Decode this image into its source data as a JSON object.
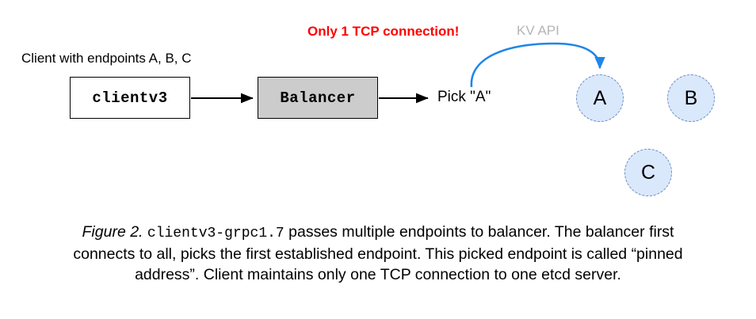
{
  "figure": {
    "diagram": {
      "client_label": "Client with endpoints A, B, C",
      "note_red": "Only 1 TCP connection!",
      "note_gray": "KV API",
      "boxes": [
        {
          "id": "clientv3",
          "label": "clientv3",
          "fill": "#ffffff"
        },
        {
          "id": "balancer",
          "label": "Balancer",
          "fill": "#cccccc"
        }
      ],
      "pick_label": "Pick \"A\"",
      "endpoints": [
        {
          "id": "A",
          "label": "A"
        },
        {
          "id": "B",
          "label": "B"
        },
        {
          "id": "C",
          "label": "C"
        }
      ],
      "colors": {
        "endpoint_fill": "#dae8fc",
        "endpoint_stroke": "#6c8ebf",
        "balancer_fill": "#cccccc",
        "arrow_black": "#000000",
        "arrow_blue": "#1f86e8",
        "note_red": "#ff0000",
        "note_gray": "#b5b5b5"
      }
    },
    "caption": {
      "figure_number": "Figure 2.",
      "code_term": "clientv3-grpc1.7",
      "line1_rest": " passes multiple endpoints to balancer. The balancer first",
      "line2": "connects to all, picks the first established endpoint. This picked endpoint is called “pinned",
      "line3": "address”. Client maintains only one TCP connection to one etcd server."
    }
  }
}
